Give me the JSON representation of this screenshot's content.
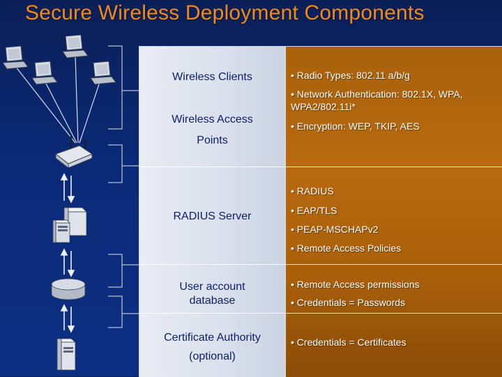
{
  "title": "Secure Wireless Deployment Components",
  "rows": [
    {
      "left": [
        "Wireless Clients"
      ],
      "right": []
    },
    {
      "left": [
        "Wireless Access",
        "Points"
      ],
      "right": [
        "• Radio Types: 802.11 a/b/g",
        "• Network Authentication: 802.1X, WPA, WPA2/802.11i*",
        "• Encryption: WEP, TKIP, AES"
      ]
    },
    {
      "left": [
        "RADIUS Server"
      ],
      "right": [
        "• RADIUS",
        "• EAP/TLS",
        "• PEAP-MSCHAPv2",
        "• Remote Access Policies"
      ]
    },
    {
      "left": [
        "User account",
        "database"
      ],
      "right": [
        "• Remote Access permissions",
        "• Credentials = Passwords"
      ]
    },
    {
      "left": [
        "Certificate Authority",
        "(optional)"
      ],
      "right": [
        "• Credentials = Certificates"
      ]
    }
  ],
  "icons": [
    "laptop-icon",
    "wireless-access-point-icon",
    "server-icon",
    "database-icon",
    "certificate-server-icon",
    "double-arrow-icon"
  ],
  "colors": {
    "background": "#0a2a78",
    "title": "#f08a1c",
    "left_column": "#e0e5ef",
    "right_column": "#b0650d",
    "left_text": "#0b1f66",
    "right_text": "#ffffff"
  }
}
